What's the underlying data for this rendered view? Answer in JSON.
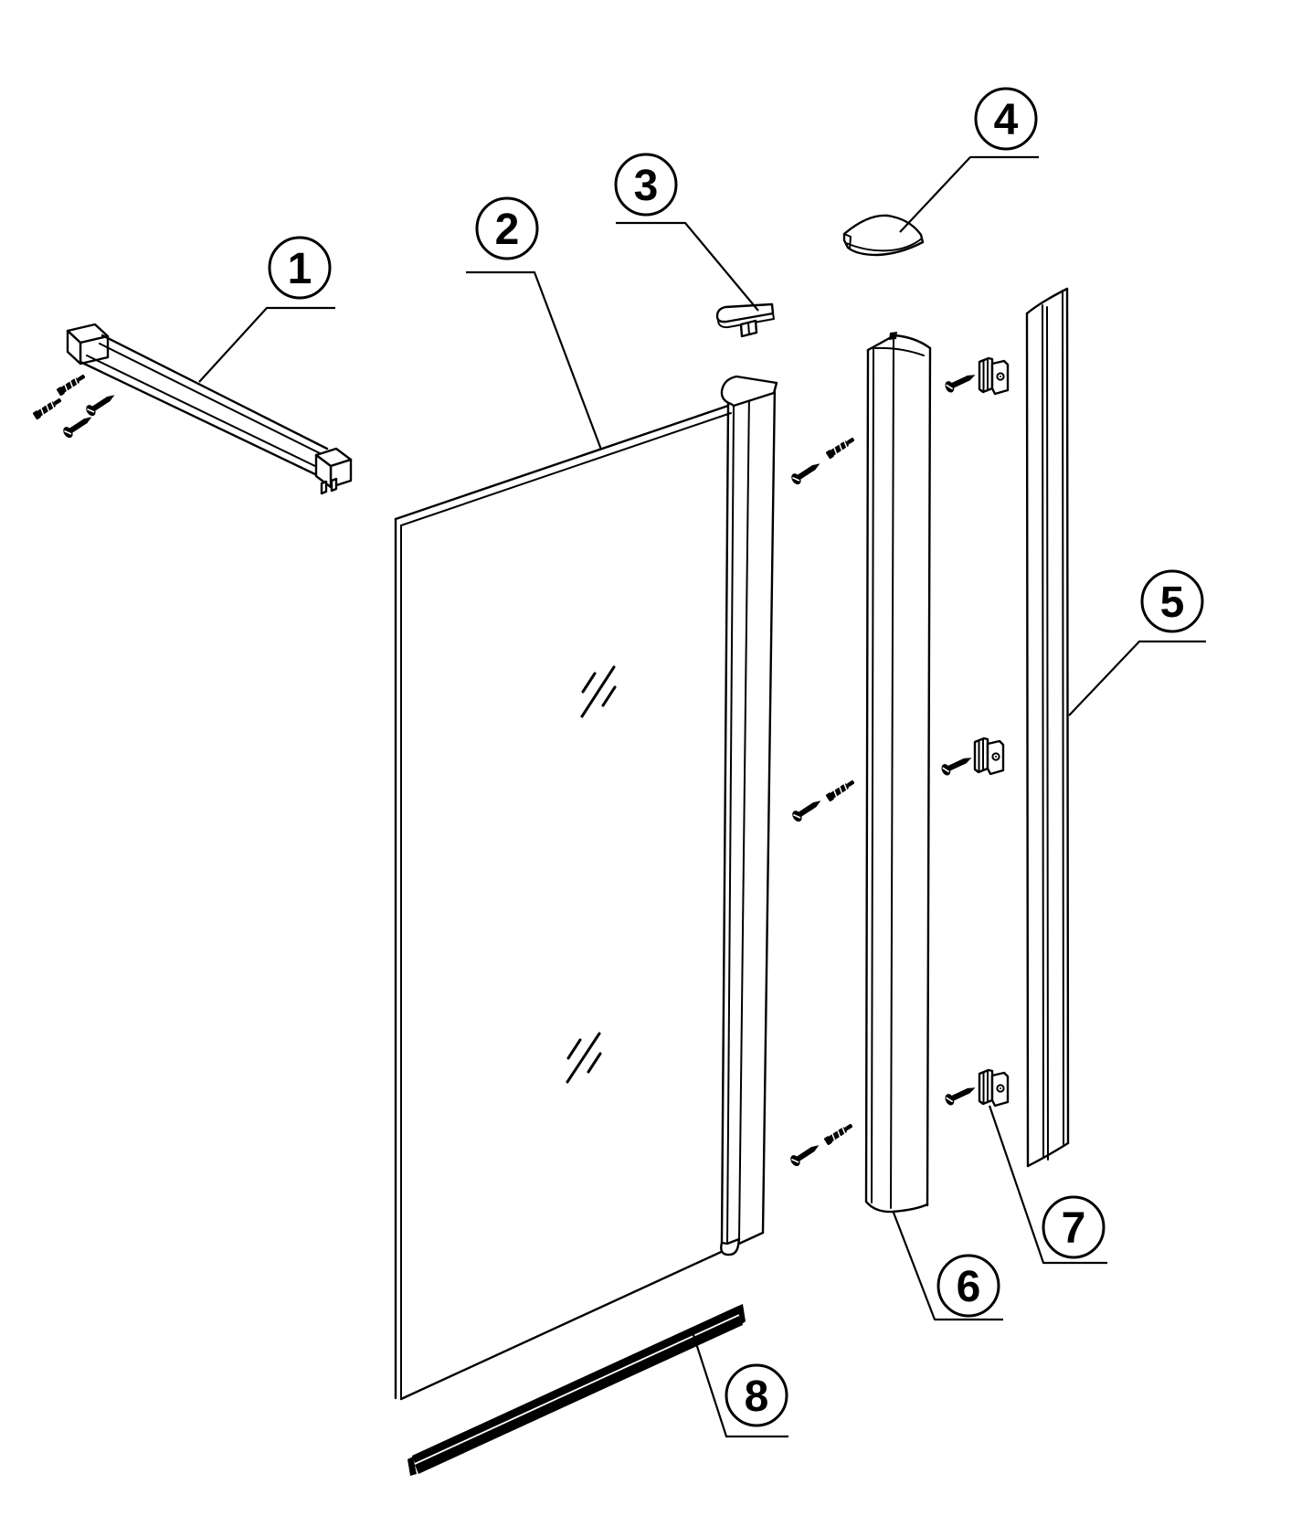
{
  "diagram": {
    "background": "#ffffff",
    "ink": "#000000",
    "callouts": [
      {
        "label": "1"
      },
      {
        "label": "2"
      },
      {
        "label": "3"
      },
      {
        "label": "4"
      },
      {
        "label": "5"
      },
      {
        "label": "6"
      },
      {
        "label": "7"
      },
      {
        "label": "8"
      }
    ]
  }
}
